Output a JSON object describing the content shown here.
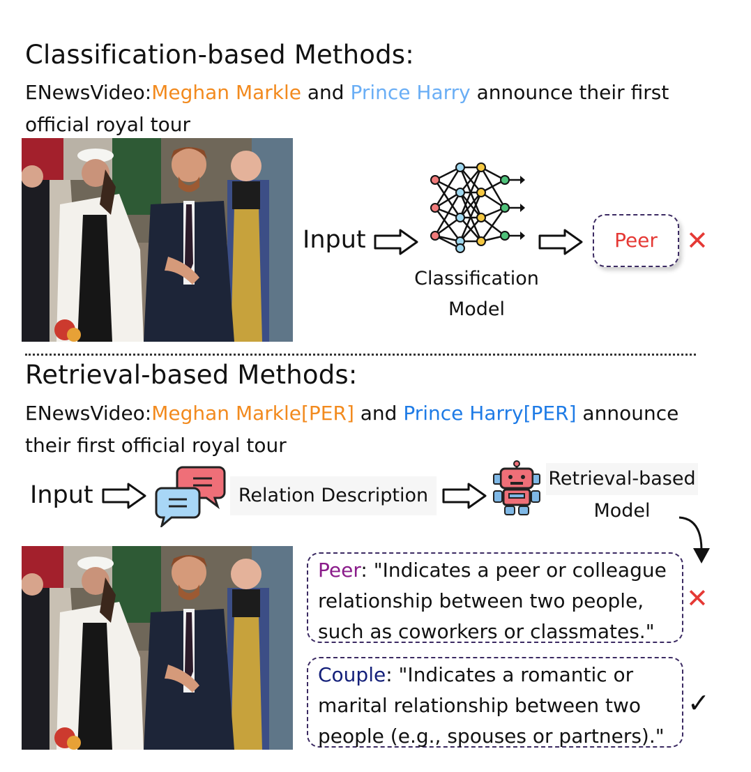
{
  "top": {
    "heading": "Classification-based Methods:",
    "caption_prefix": "ENewsVideo:",
    "entity1": "Meghan Markle",
    "caption_mid": " and ",
    "entity2": "Prince Harry",
    "caption_rest": " announce their first official royal tour",
    "input_label": "Input",
    "model_label_line1": "Classification",
    "model_label_line2": "Model",
    "prediction": "Peer",
    "wrong_mark": "✕"
  },
  "bottom": {
    "heading": "Retrieval-based Methods:",
    "caption_prefix": "ENewsVideo:",
    "entity1": "Meghan Markle[PER]",
    "caption_mid": " and ",
    "entity2": "Prince Harry[PER]",
    "caption_rest": " announce their first official royal tour",
    "input_label": "Input",
    "relation_label": "Relation Description",
    "model_label_line1": "Retrieval-based",
    "model_label_line2": "Model",
    "candidates": [
      {
        "name": "Peer",
        "text": ": \"Indicates a peer or colleague relationship between two people, such as coworkers or classmates.\"",
        "mark": "✕"
      },
      {
        "name": "Couple",
        "text": ": \"Indicates a romantic or marital relationship between two people (e.g., spouses or partners).\"",
        "mark": "✓"
      }
    ]
  },
  "colors": {
    "entity_orange": "#f28a1e",
    "entity_light_blue": "#6aaef5",
    "entity_blue": "#1e7be6",
    "wrong_red": "#e53935",
    "peer_purple": "#8a1c8a",
    "couple_navy": "#14207a",
    "box_border": "#3b2a62"
  }
}
